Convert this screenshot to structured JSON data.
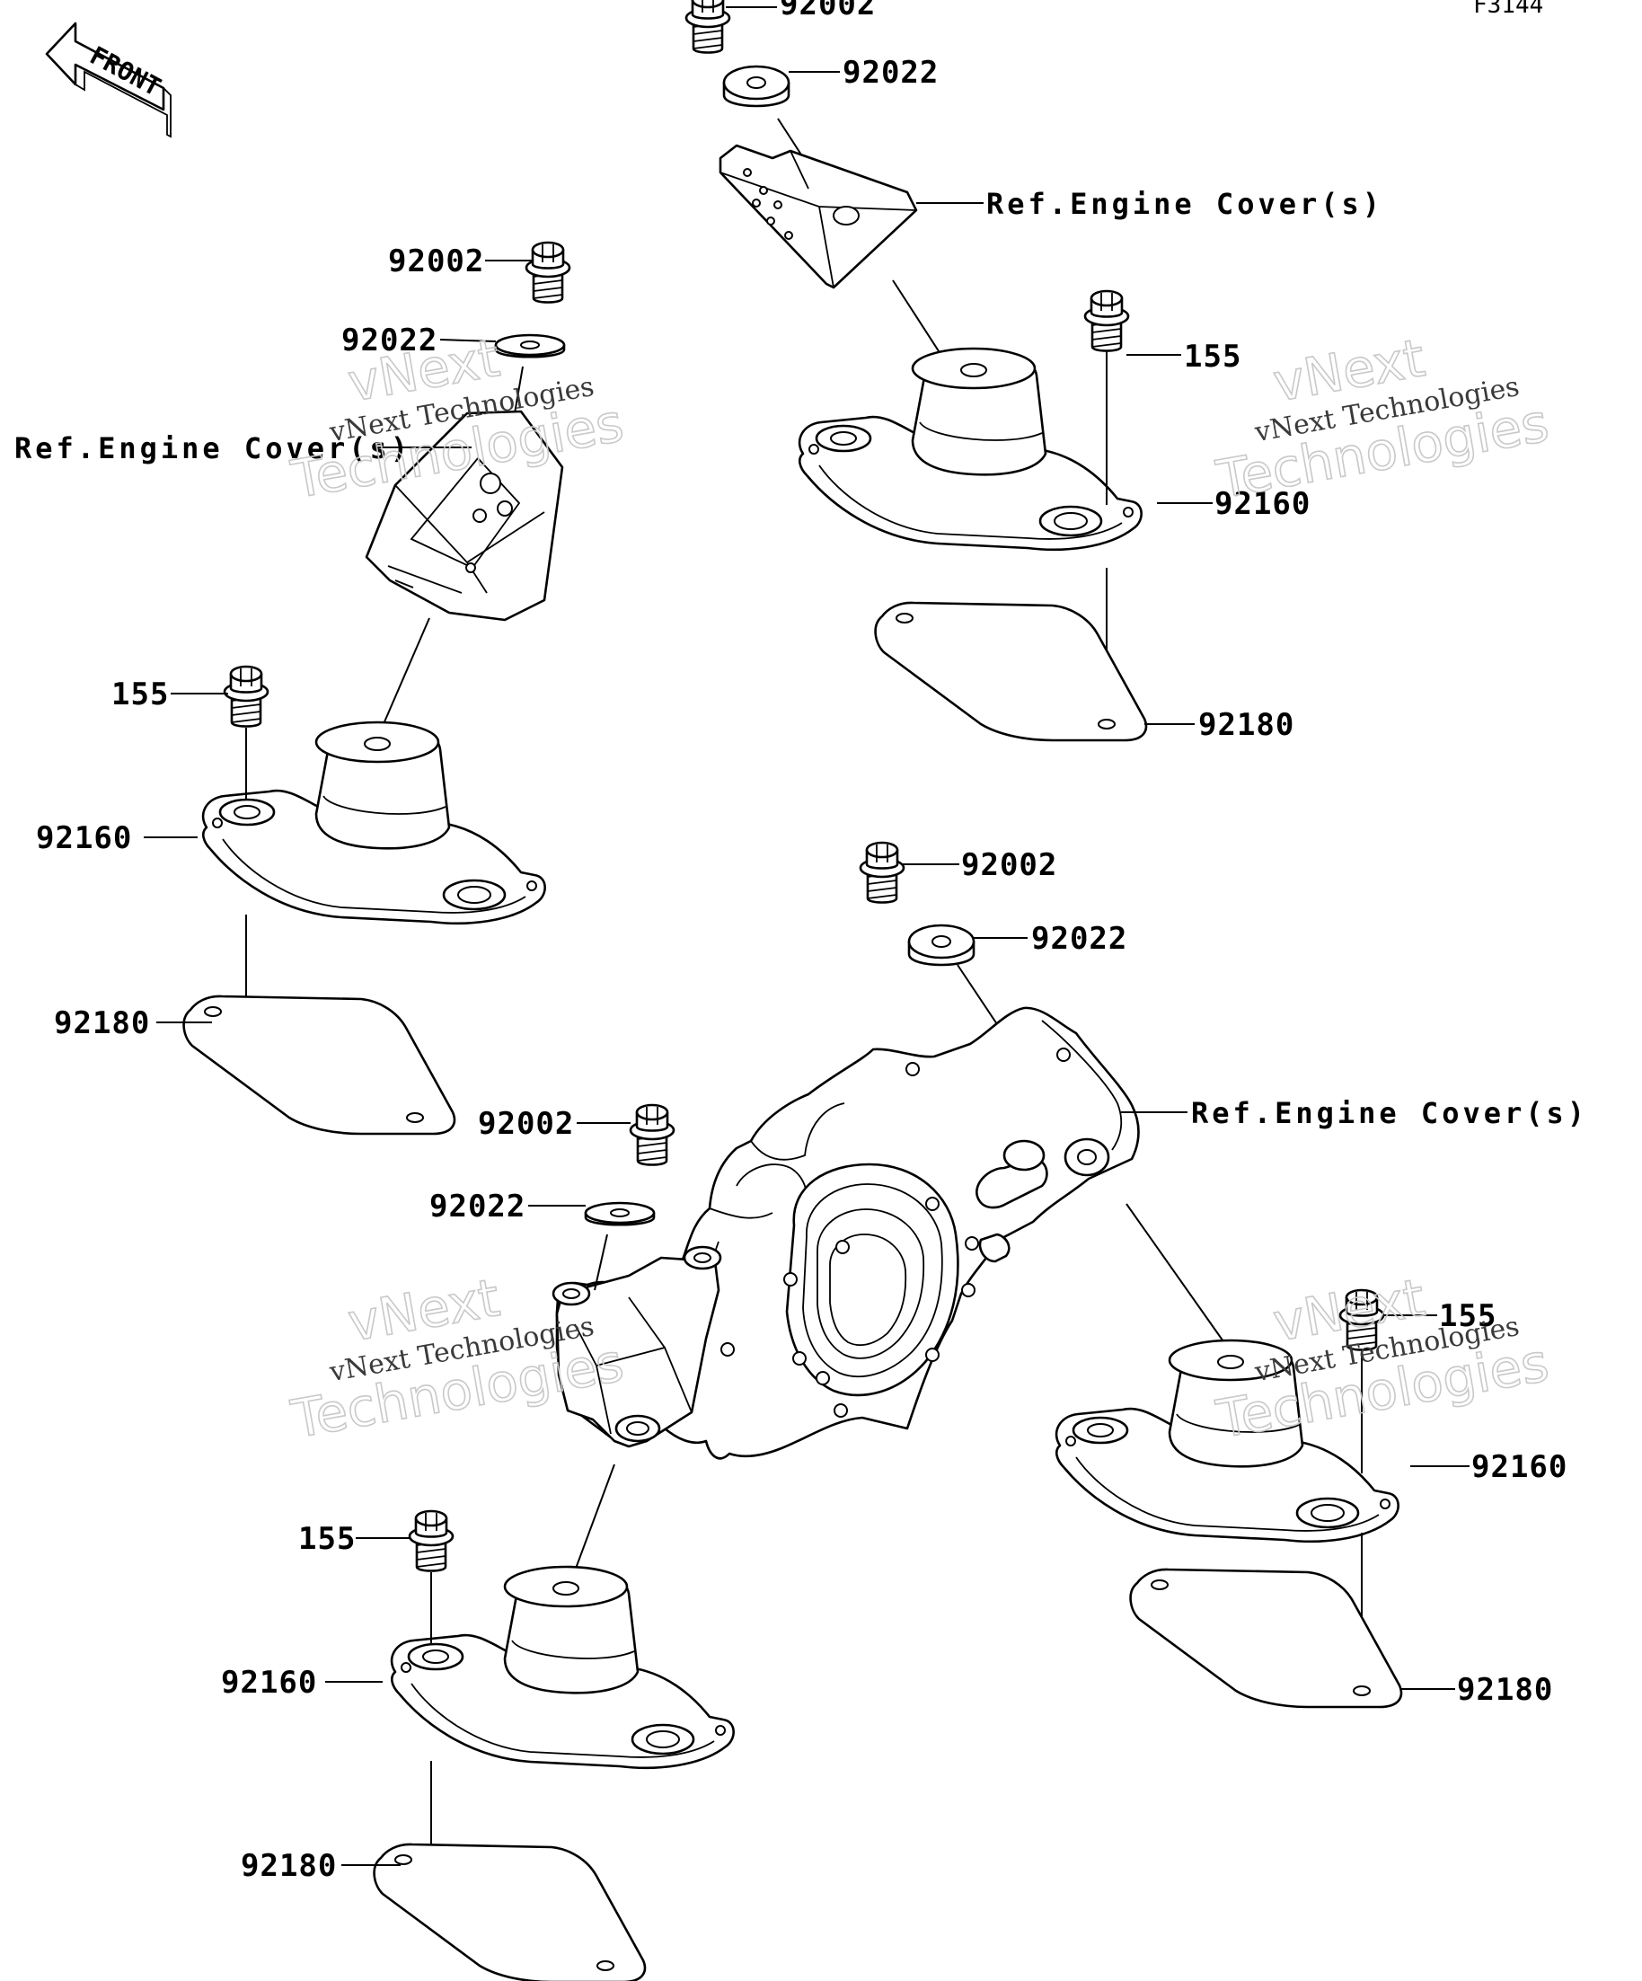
{
  "figure_id": "F3144",
  "front_label": "FRONT",
  "watermark": {
    "top": "vNext",
    "mid": "vNext Technologies",
    "bottom": "Technologies"
  },
  "callouts": {
    "bolt_top": "92002",
    "washer_top": "92022",
    "ref_top": "Ref.Engine Cover(s)",
    "bolt_left": "92002",
    "washer_left": "92022",
    "ref_left": "Ref.Engine Cover(s)",
    "mount_tr_bolt": "155",
    "mount_tr_damper": "92160",
    "mount_tr_plate": "92180",
    "mount_l_bolt": "155",
    "mount_l_damper": "92160",
    "mount_l_plate": "92180",
    "bolt_mid": "92002",
    "washer_mid": "92022",
    "ref_mid": "Ref.Engine Cover(s)",
    "bolt_mid_left": "92002",
    "washer_mid_left": "92022",
    "mount_rm_bolt": "155",
    "mount_rm_damper": "92160",
    "mount_rm_plate": "92180",
    "mount_bl_bolt": "155",
    "mount_bl_damper": "92160",
    "mount_bl_plate": "92180"
  }
}
